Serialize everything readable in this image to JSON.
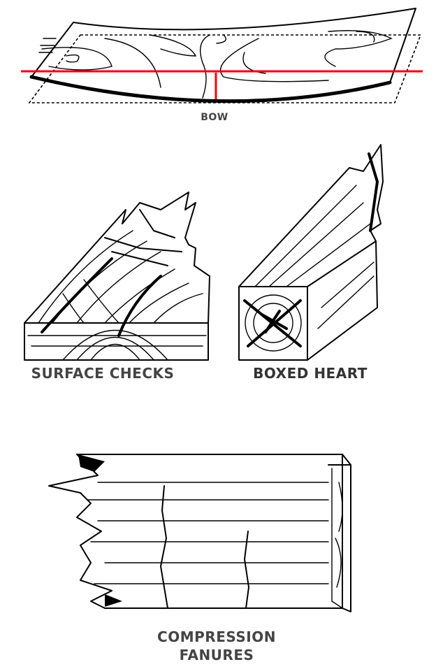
{
  "labels": {
    "bow": "BOW",
    "surface_checks": "SURFACE CHECKS",
    "boxed_heart": "BOXED HEART",
    "compression_failures": [
      "COMPRESSION",
      "FANURES"
    ]
  },
  "colors": {
    "measurement_line": "#ff0000",
    "ink": "#000000",
    "label_text": "#444444"
  }
}
